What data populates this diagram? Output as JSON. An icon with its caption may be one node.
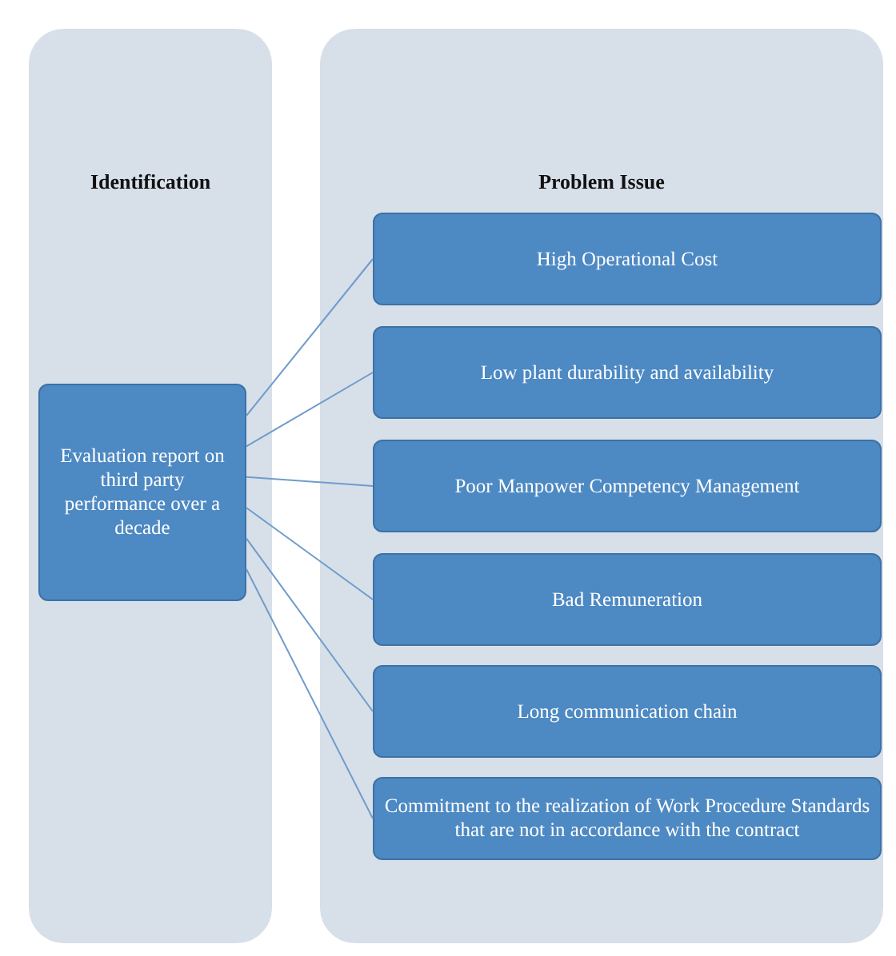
{
  "diagram": {
    "nodes": [
      {
        "text": [
          "Identification"
        ]
      },
      {
        "text": [
          "Problem Issue"
        ]
      },
      {
        "text": [
          "Evaluation report on third party performance over a decade"
        ],
        "in": 0
      },
      {
        "text": [
          "High Operational Cost"
        ],
        "in": 1
      },
      {
        "text": [
          "Low plant durability and availability"
        ],
        "in": 1
      },
      {
        "text": [
          "Poor Manpower Competency Management"
        ],
        "in": 1
      },
      {
        "text": [
          "Bad Remuneration"
        ],
        "in": 1
      },
      {
        "text": [
          "Long communication chain"
        ],
        "in": 1
      },
      {
        "text": [
          "Commitment to the realization of Work Procedure Standards that are not in accordance with the contract"
        ],
        "in": 1
      }
    ],
    "edges": [
      {
        "from": 2,
        "to": 3,
        "arrow": "none"
      },
      {
        "from": 2,
        "to": 4,
        "arrow": "none"
      },
      {
        "from": 2,
        "to": 5,
        "arrow": "none"
      },
      {
        "from": 2,
        "to": 6,
        "arrow": "none"
      },
      {
        "from": 2,
        "to": 7,
        "arrow": "none"
      },
      {
        "from": 2,
        "to": 8,
        "arrow": "none"
      }
    ]
  }
}
